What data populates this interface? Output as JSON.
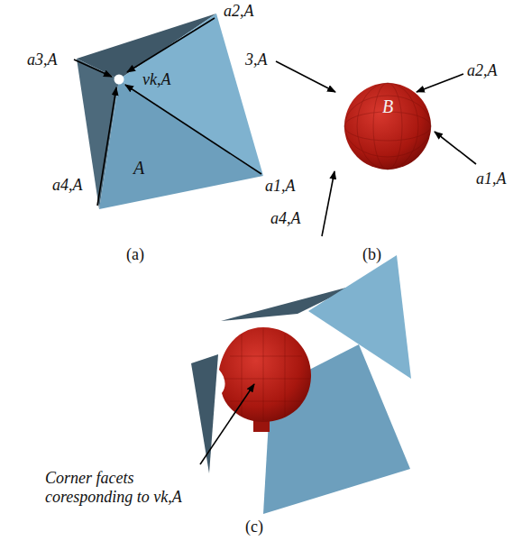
{
  "diagram": {
    "nodes": [
      {
        "text": [
          "A"
        ]
      },
      {
        "text": [
          "B"
        ]
      }
    ],
    "labels": [
      "a2,A",
      "a3,A",
      "vk,A",
      "a4,A",
      "a1,A",
      "3,A",
      "a2,A",
      "a1,A",
      "a4,A",
      "(a)",
      "(b)",
      "Corner facets coresponding to vk,A",
      "(c)"
    ]
  }
}
